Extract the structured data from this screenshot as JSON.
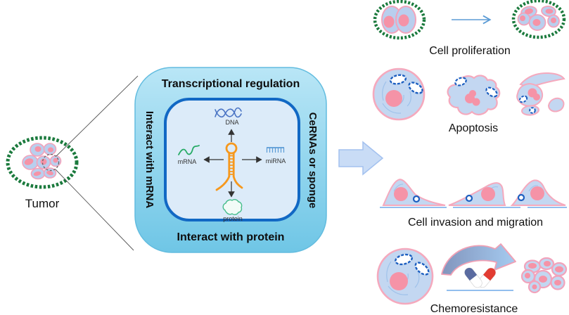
{
  "figure": {
    "tumor": {
      "label": "Tumor"
    },
    "regulation_box": {
      "top_label": "Transcriptional regulation",
      "left_label": "Interact with mRNA",
      "right_label": "CeRNAs or sponge",
      "bottom_label": "Interact with protein",
      "molecules": {
        "dna": "DNA",
        "mrna": "mRNA",
        "mirna": "miRNA",
        "protein": "protein"
      }
    },
    "outcomes": [
      {
        "id": "cell-proliferation",
        "label": "Cell proliferation"
      },
      {
        "id": "apoptosis",
        "label": "Apoptosis"
      },
      {
        "id": "cell-invasion-migration",
        "label": "Cell invasion and migration"
      },
      {
        "id": "chemoresistance",
        "label": "Chemoresistance"
      }
    ],
    "colors": {
      "outer_box_top": "#b9e6f6",
      "outer_box_bottom": "#6fc6e6",
      "inner_box_fill": "#dcebf9",
      "inner_box_border": "#1168c4",
      "hairpin_orange": "#f6981d",
      "dna_blue": "#4a74c4",
      "mrna_green": "#27ab66",
      "mirna_blue": "#5b9bd5",
      "protein_green": "#45bd8b",
      "cell_fill": "#c3d7f1",
      "cell_border": "#f5a9bd",
      "nucleus_pink": "#f593a7",
      "organelle_blue": "#1d5fc0",
      "tumor_green": "#1b7a3d",
      "thin_arrow_blue": "#5b9bd5",
      "block_arrow_fill": "#c9dcf6",
      "block_arrow_border": "#a3c1ef",
      "pill_blue": "#5a6ba0",
      "pill_red": "#e23c32"
    }
  }
}
